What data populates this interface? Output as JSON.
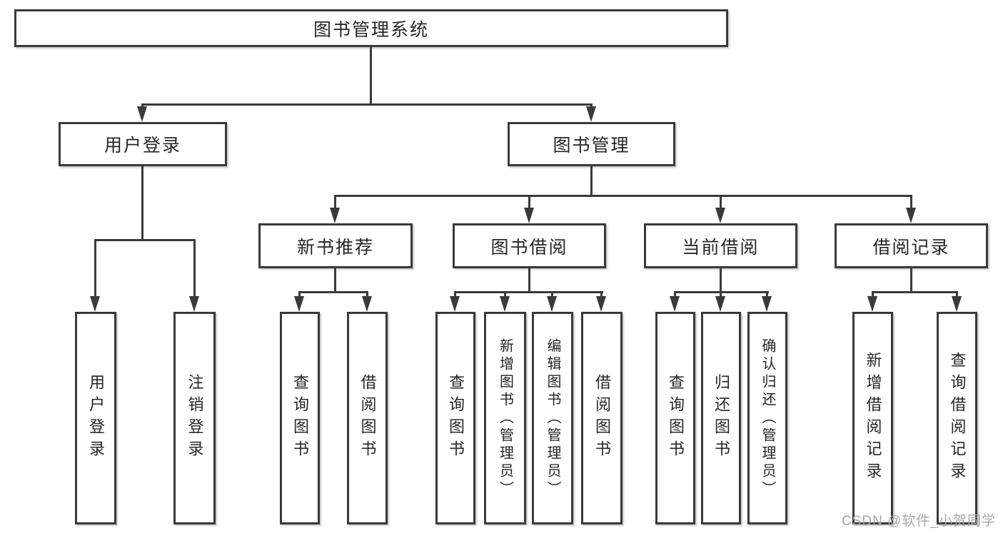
{
  "diagram_title": "图书管理系统",
  "watermark": "CSDN @软件_小贺同学",
  "colors": {
    "line": "#3a3a3a",
    "text": "#262626",
    "watermark": "#a8a8a8",
    "background": "#ffffff"
  },
  "tree": {
    "label": "图书管理系统",
    "children": [
      {
        "label": "用户登录",
        "children": [
          {
            "label": "用户登录"
          },
          {
            "label": "注销登录"
          }
        ]
      },
      {
        "label": "图书管理",
        "children": [
          {
            "label": "新书推荐",
            "children": [
              {
                "label": "查询图书"
              },
              {
                "label": "借阅图书"
              }
            ]
          },
          {
            "label": "图书借阅",
            "children": [
              {
                "label": "查询图书"
              },
              {
                "label": "新增图书（管理员）"
              },
              {
                "label": "编辑图书（管理员）"
              },
              {
                "label": "借阅图书"
              }
            ]
          },
          {
            "label": "当前借阅",
            "children": [
              {
                "label": "查询图书"
              },
              {
                "label": "归还图书"
              },
              {
                "label": "确认归还（管理员）"
              }
            ]
          },
          {
            "label": "借阅记录",
            "children": [
              {
                "label": "新增借阅记录"
              },
              {
                "label": "查询借阅记录"
              }
            ]
          }
        ]
      }
    ]
  }
}
